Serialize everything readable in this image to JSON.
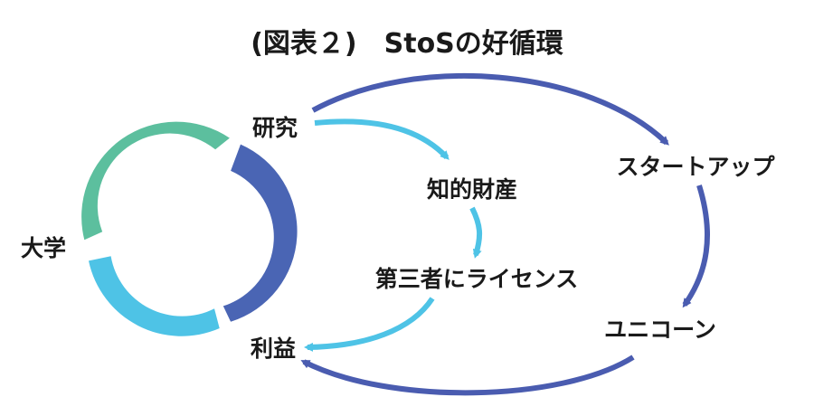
{
  "title": "(図表２)　StoSの好循環",
  "labels": {
    "research": "研究",
    "university": "大学",
    "profit": "利益",
    "ip": "知的財産",
    "third_party_license": "第三者にライセンス",
    "startup": "スタートアップ",
    "unicorn": "ユニコーン"
  },
  "colors": {
    "ring_green": "#5cbf9e",
    "ring_blue_dark": "#4a65b4",
    "ring_blue_light": "#4ec3e6",
    "arrow_light": "#4ec3e6",
    "arrow_dark": "#4a5cb0",
    "text": "#1a1a1a"
  }
}
